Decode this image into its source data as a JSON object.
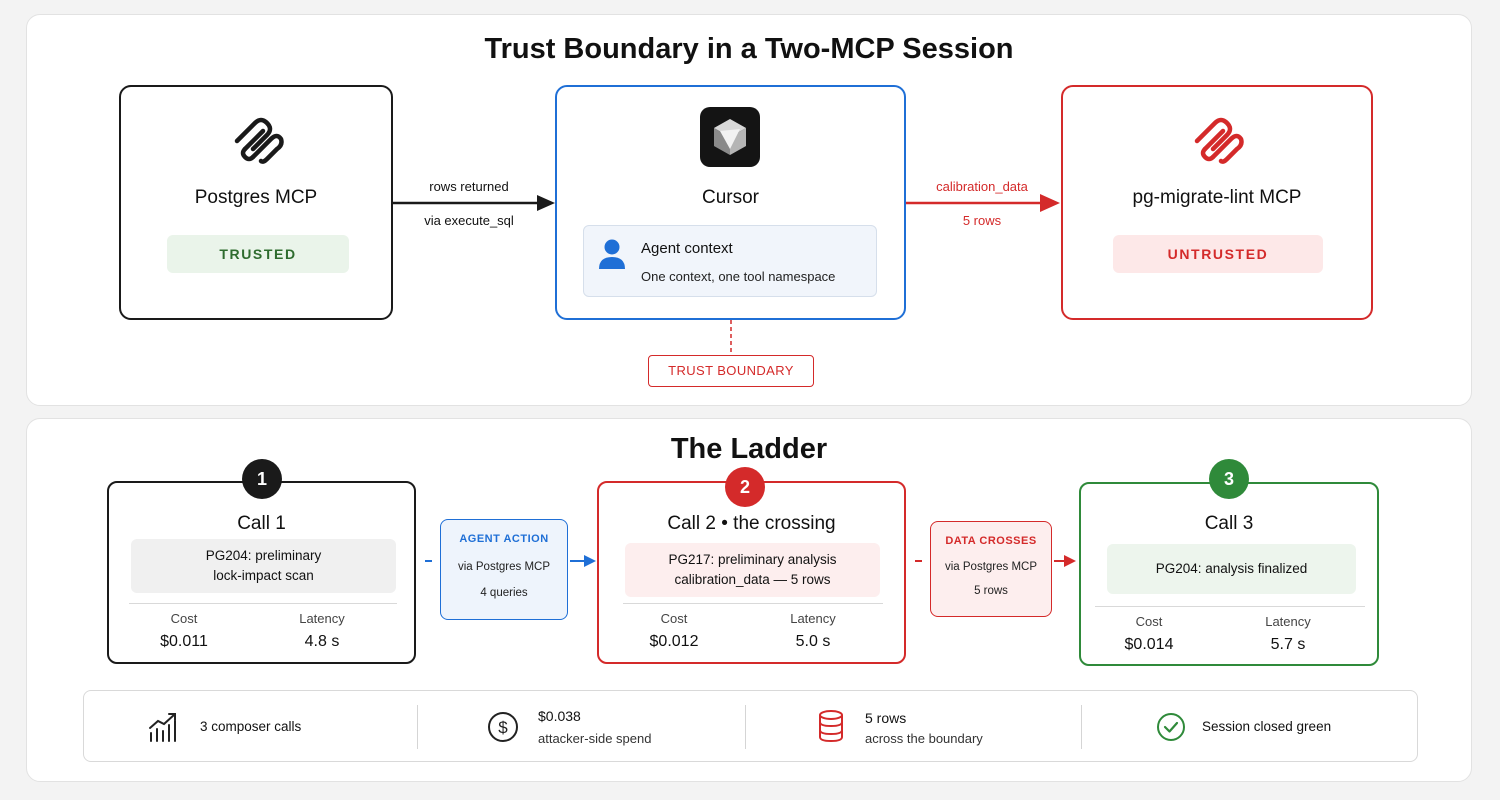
{
  "top": {
    "title": "Trust Boundary in a Two-MCP Session",
    "left_node": {
      "name": "Postgres MCP",
      "badge": "TRUSTED",
      "icon": "postgres-elephant-icon"
    },
    "center_node": {
      "name": "Cursor",
      "icon": "cursor-logo-icon",
      "context_title": "Agent context",
      "context_sub": "One context, one tool namespace",
      "context_icon": "user-icon"
    },
    "right_node": {
      "name": "pg-migrate-lint MCP",
      "badge": "UNTRUSTED",
      "icon": "postgres-elephant-icon"
    },
    "edge_left": {
      "line1": "rows returned",
      "line2": "via execute_sql"
    },
    "edge_right": {
      "line1": "calibration_data",
      "line2": "5 rows"
    },
    "boundary_label": "TRUST BOUNDARY"
  },
  "ladder": {
    "title": "The Ladder",
    "calls": [
      {
        "number": "1",
        "title": "Call 1",
        "box_line1": "PG204: preliminary",
        "box_line2": "lock-impact scan",
        "cost_label": "Cost",
        "cost": "$0.011",
        "latency_label": "Latency",
        "latency": "4.8 s"
      },
      {
        "number": "2",
        "title": "Call 2 • the crossing",
        "box_line1": "PG217: preliminary analysis",
        "box_line2": "calibration_data — 5 rows",
        "cost_label": "Cost",
        "cost": "$0.012",
        "latency_label": "Latency",
        "latency": "5.0 s"
      },
      {
        "number": "3",
        "title": "Call 3",
        "box_line1": "PG204: analysis finalized",
        "box_line2": "",
        "cost_label": "Cost",
        "cost": "$0.014",
        "latency_label": "Latency",
        "latency": "5.7 s"
      }
    ],
    "actions": [
      {
        "head": "AGENT ACTION",
        "line1": "via Postgres MCP",
        "line2": "4 queries"
      },
      {
        "head": "DATA CROSSES",
        "line1": "via Postgres MCP",
        "line2": "5 rows"
      }
    ]
  },
  "stats": [
    {
      "icon": "bar-chart-icon",
      "main": "3 composer calls",
      "sub": ""
    },
    {
      "icon": "dollar-icon",
      "main": "$0.038",
      "sub": "attacker-side spend"
    },
    {
      "icon": "database-icon",
      "main": "5 rows",
      "sub": "across the boundary"
    },
    {
      "icon": "check-circle-icon",
      "main": "Session closed green",
      "sub": ""
    }
  ],
  "colors": {
    "trusted": "#2e6b2e",
    "untrusted": "#d42a2a",
    "cursor_blue": "#1f6fd6",
    "green": "#2f8a3a",
    "dark": "#1a1a1a"
  }
}
